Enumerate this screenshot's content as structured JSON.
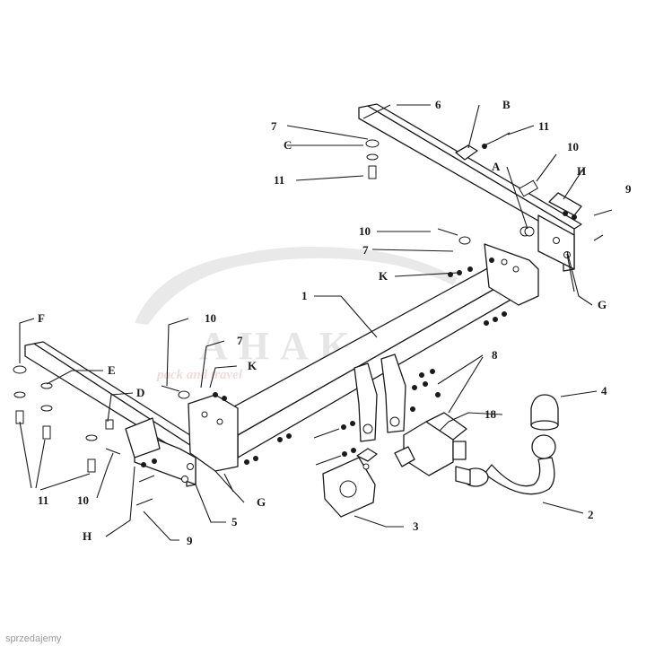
{
  "diagram": {
    "part_labels": [
      "1",
      "2",
      "3",
      "4",
      "5",
      "6",
      "18"
    ],
    "hardware_labels": [
      "7",
      "7",
      "7",
      "8",
      "9",
      "9",
      "10",
      "10",
      "10",
      "10",
      "11",
      "11",
      "11"
    ],
    "letter_labels": [
      "A",
      "B",
      "C",
      "D",
      "E",
      "F",
      "G",
      "G",
      "H",
      "H",
      "K",
      "K"
    ]
  },
  "callouts": {
    "c1": "1",
    "c2": "2",
    "c3": "3",
    "c4": "4",
    "c5": "5",
    "c6": "6",
    "c7_top": "7",
    "c7_mid": "7",
    "c7_left": "7",
    "c8": "8",
    "c9_right": "9",
    "c9_bottom": "9",
    "c10_top": "10",
    "c10_mid": "10",
    "c10_left": "10",
    "c10_bottom": "10",
    "c11_top": "11",
    "c11_left": "11",
    "c11_bottom": "11",
    "c18": "18",
    "cA": "A",
    "cB": "B",
    "cC": "C",
    "cD": "D",
    "cE": "E",
    "cF": "F",
    "cG_right": "G",
    "cG_left": "G",
    "cH_right": "H",
    "cH_left": "H",
    "cK_mid": "K",
    "cK_left": "K"
  },
  "watermark": {
    "brand": "AHAKA",
    "tagline": "pack and travel"
  },
  "source_credit": "sprzedajemy"
}
